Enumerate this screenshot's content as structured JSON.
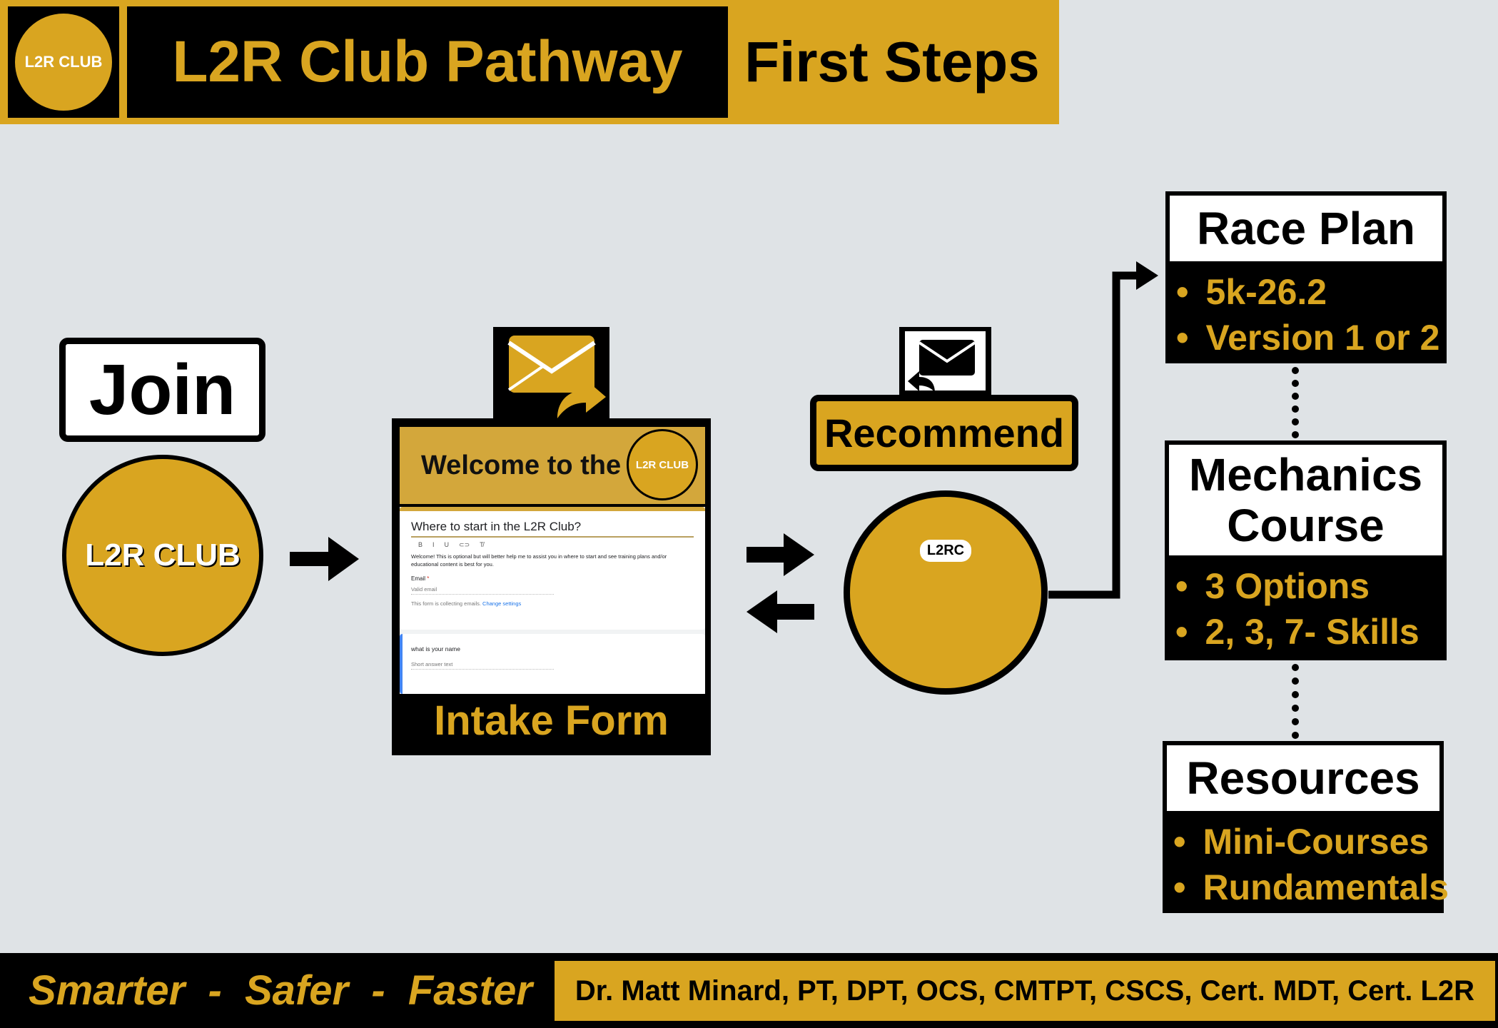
{
  "header": {
    "logo_text": "L2R CLUB",
    "title": "L2R Club Pathway",
    "subtitle": "First Steps"
  },
  "join": {
    "label": "Join",
    "logo_text": "L2R CLUB"
  },
  "intake": {
    "banner": "Welcome to the",
    "banner_logo": "L2R CLUB",
    "form_title": "Where to start in the L2R Club?",
    "toolbar": [
      "B",
      "I",
      "U",
      "⊂⊃",
      "T̸"
    ],
    "description": "Welcome! This is optional but will better help me to assist you in where to start and see training plans and/or educational content is best for you.",
    "email_label": "Email",
    "required_mark": "*",
    "email_placeholder": "Valid email",
    "collecting_note": "This form is collecting emails.",
    "change_settings": "Change settings",
    "question": "what is your name",
    "answer_placeholder": "Short answer text",
    "label": "Intake Form"
  },
  "recommend": {
    "label": "Recommend",
    "coach_cap": "L2RC"
  },
  "panels": [
    {
      "title": "Race Plan",
      "items": [
        "5k-26.2",
        "Version 1 or 2"
      ]
    },
    {
      "title": "Mechanics Course",
      "items": [
        "3 Options",
        "2, 3, 7- Skills"
      ]
    },
    {
      "title": "Resources",
      "items": [
        "Mini-Courses",
        "Rundamentals"
      ]
    }
  ],
  "footer": {
    "slogan": "Smarter  -  Safer  -  Faster",
    "credentials": "Dr. Matt Minard, PT, DPT, OCS, CMTPT, CSCS, Cert. MDT, Cert. L2R"
  },
  "colors": {
    "gold": "#d9a520",
    "black": "#000000",
    "background": "#dfe3e6"
  }
}
